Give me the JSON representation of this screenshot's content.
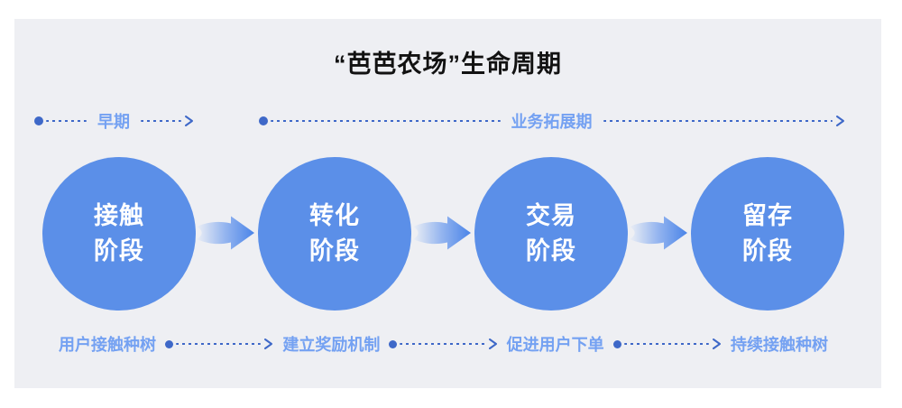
{
  "title": "“芭芭农场”生命周期",
  "timeline": {
    "early": {
      "label": "早期"
    },
    "expansion": {
      "label": "业务拓展期"
    }
  },
  "stages": [
    {
      "line1": "接触",
      "line2": "阶段"
    },
    {
      "line1": "转化",
      "line2": "阶段"
    },
    {
      "line1": "交易",
      "line2": "阶段"
    },
    {
      "line1": "留存",
      "line2": "阶段"
    }
  ],
  "actions": [
    {
      "label": "用户接触种树"
    },
    {
      "label": "建立奖励机制"
    },
    {
      "label": "促进用户下单"
    },
    {
      "label": "持续接触种树"
    }
  ],
  "icons": {
    "timeline_dot": "filled-circle",
    "dashed_arrowhead": "chevron-right",
    "flow_arrow": "gradient-right-arrow"
  },
  "colors": {
    "page_bg": "#FFFFFF",
    "panel_bg": "#EEEFF3",
    "circle_fill": "#5B8FE8",
    "phase_label_text": "#74A1F2",
    "connector_line": "#3E68C8",
    "stage_text": "#FFFFFF",
    "title_text": "#121212",
    "flow_arrow_gradient_start": "#ECEFF5",
    "flow_arrow_gradient_end": "#4A84E8"
  }
}
